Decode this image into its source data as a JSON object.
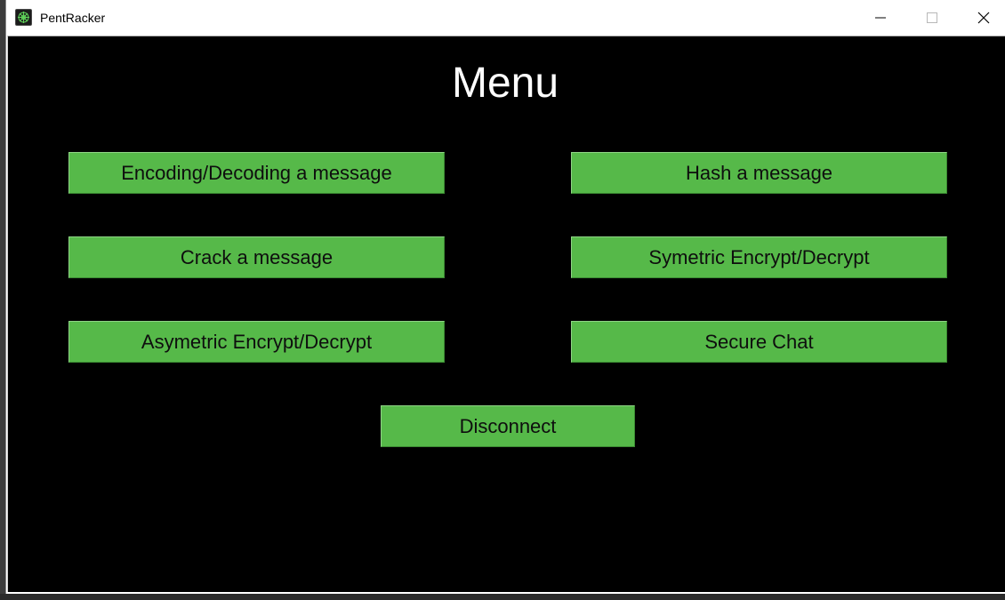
{
  "window": {
    "title": "PentRacker",
    "app_icon": "spiderweb-icon",
    "controls": [
      "minimize-icon",
      "maximize-icon",
      "close-icon"
    ]
  },
  "menu": {
    "heading": "Menu",
    "buttons": {
      "encoding": "Encoding/Decoding a message",
      "hash": "Hash a message",
      "crack": "Crack a message",
      "symmetric": "Symetric Encrypt/Decrypt",
      "asymmetric": "Asymetric Encrypt/Decrypt",
      "secure_chat": "Secure Chat",
      "disconnect": "Disconnect"
    }
  },
  "colors": {
    "background": "#000000",
    "button": "#56b949",
    "heading": "#ffffff"
  }
}
